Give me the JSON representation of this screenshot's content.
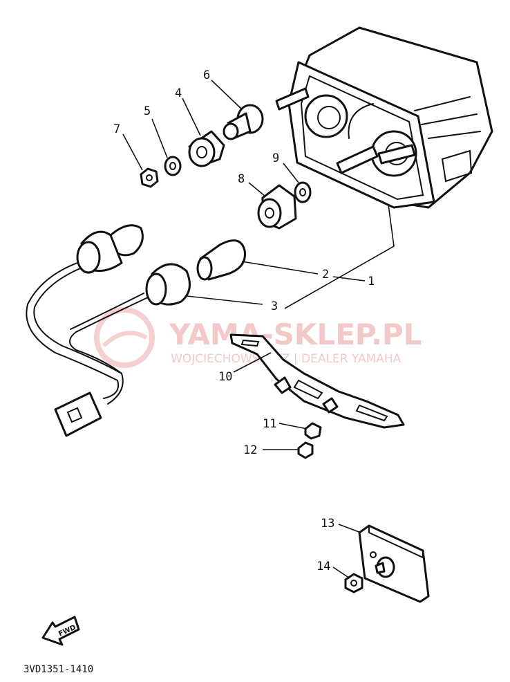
{
  "watermark": {
    "title": "YAMA-SKLEP.PL",
    "subtitle": "WOJCIECHOWSKI SZ | DEALER YAMAHA"
  },
  "callouts": [
    "1",
    "2",
    "3",
    "4",
    "5",
    "6",
    "7",
    "8",
    "9",
    "10",
    "11",
    "12",
    "13",
    "14"
  ],
  "diagram_code": "3VD1351-1410",
  "fwd_label": "FWD"
}
